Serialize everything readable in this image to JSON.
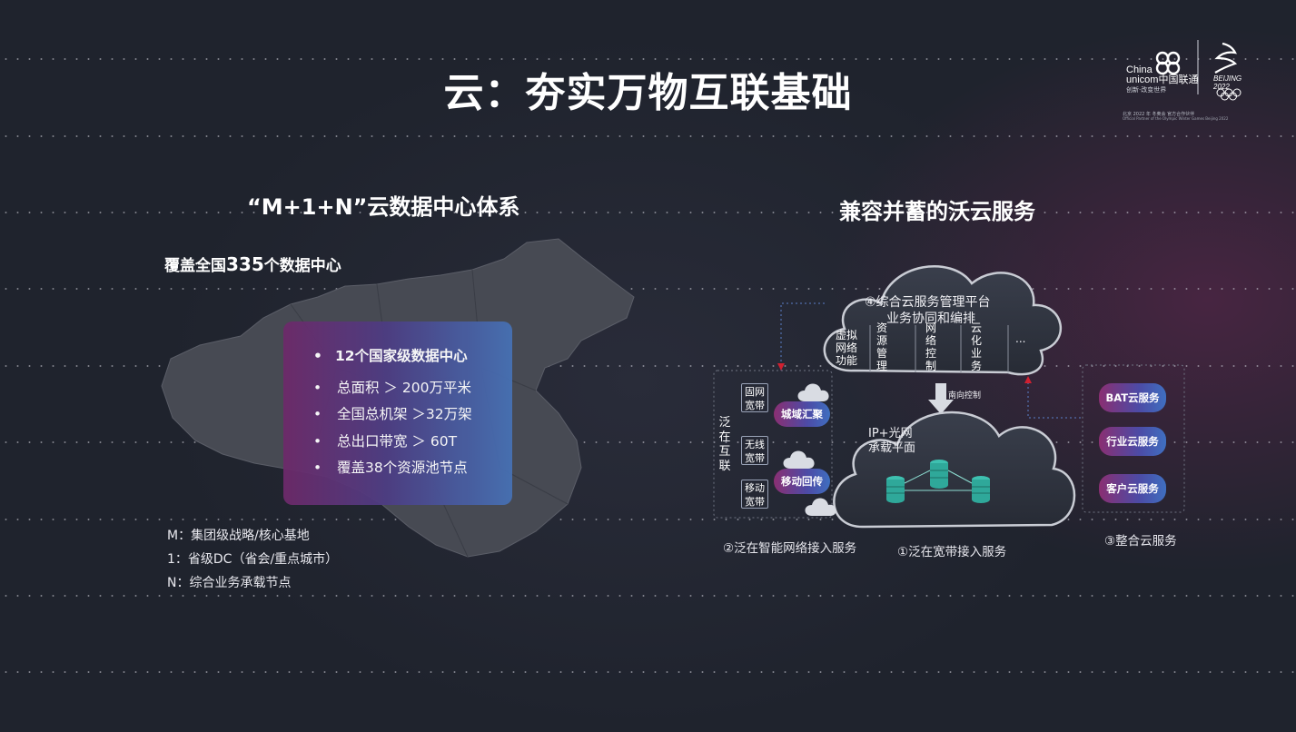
{
  "slide": {
    "title": "云：夯实万物互联基础"
  },
  "logo": {
    "brand_line1": "China",
    "brand_line2": "unicom中国联通",
    "slogan": "创新·改变世界",
    "beijing": "BEIJING 2022",
    "partner_cn": "北京 2022 年 冬奥会 官方合作伙伴",
    "partner_en": "Official Partner of the Olympic Winter Games Beijing 2022"
  },
  "left": {
    "heading": "“M+1+N”云数据中心体系",
    "coverage_prefix": "覆盖全国",
    "coverage_number": "335",
    "coverage_suffix": "个数据中心",
    "box_items": [
      "12个国家级数据中心",
      "总面积 ＞ 200万平米",
      "全国总机架 ＞32万架",
      "总出口带宽 ＞ 60T",
      "覆盖38个资源池节点"
    ],
    "legend": [
      "M：集团级战略/核心基地",
      "1：省级DC（省会/重点城市）",
      "N：综合业务承载节点"
    ]
  },
  "right": {
    "heading": "兼容并蓄的沃云服务",
    "top_cloud": {
      "title": "④综合云服务管理平台",
      "subtitle": "业务协同和编排",
      "columns": [
        "虚拟网络功能",
        "资源管理",
        "网络控制",
        "云化业务",
        "..."
      ]
    },
    "south_control": "南向控制",
    "bottom_cloud": {
      "title_line1": "IP+光网",
      "title_line2": "承载平面"
    },
    "left_group": {
      "vertical_label": "泛在互联",
      "boxes": [
        "固网宽带",
        "无线宽带",
        "移动宽带"
      ],
      "pills": [
        "城域汇聚",
        "移动回传"
      ]
    },
    "right_group": {
      "pills": [
        "BAT云服务",
        "行业云服务",
        "客户云服务"
      ]
    },
    "captions": {
      "broadband": "①泛在宽带接入服务",
      "smart_network": "②泛在智能网络接入服务",
      "integrated": "③整合云服务"
    }
  },
  "colors": {
    "background": "#1f232d",
    "box_gradient_start": "#6d2a6a",
    "box_gradient_end": "#4671b4",
    "accent_red": "#d02030"
  }
}
